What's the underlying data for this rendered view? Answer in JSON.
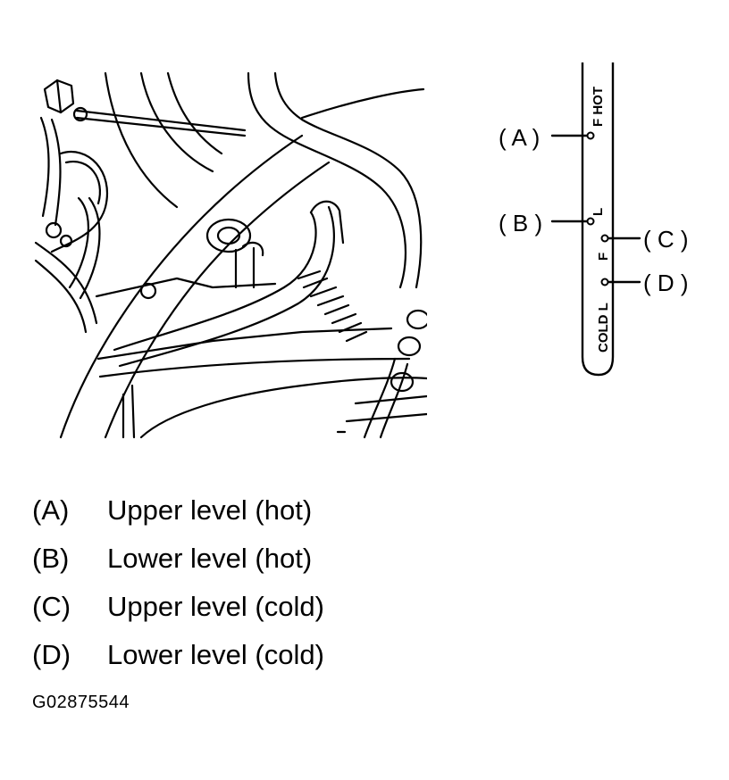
{
  "dipstick": {
    "mark_f_hot": "F HOT",
    "mark_l_hot": "L",
    "mark_f_cold": "F",
    "mark_l_cold": "COLD L",
    "callout_a": "( A )",
    "callout_b": "( B )",
    "callout_c": "( C )",
    "callout_d": "( D )"
  },
  "legend": [
    {
      "key": "(A)",
      "text": "Upper level (hot)"
    },
    {
      "key": "(B)",
      "text": "Lower level (hot)"
    },
    {
      "key": "(C)",
      "text": "Upper level (cold)"
    },
    {
      "key": "(D)",
      "text": "Lower level (cold)"
    }
  ],
  "figure_id": "G02875544"
}
